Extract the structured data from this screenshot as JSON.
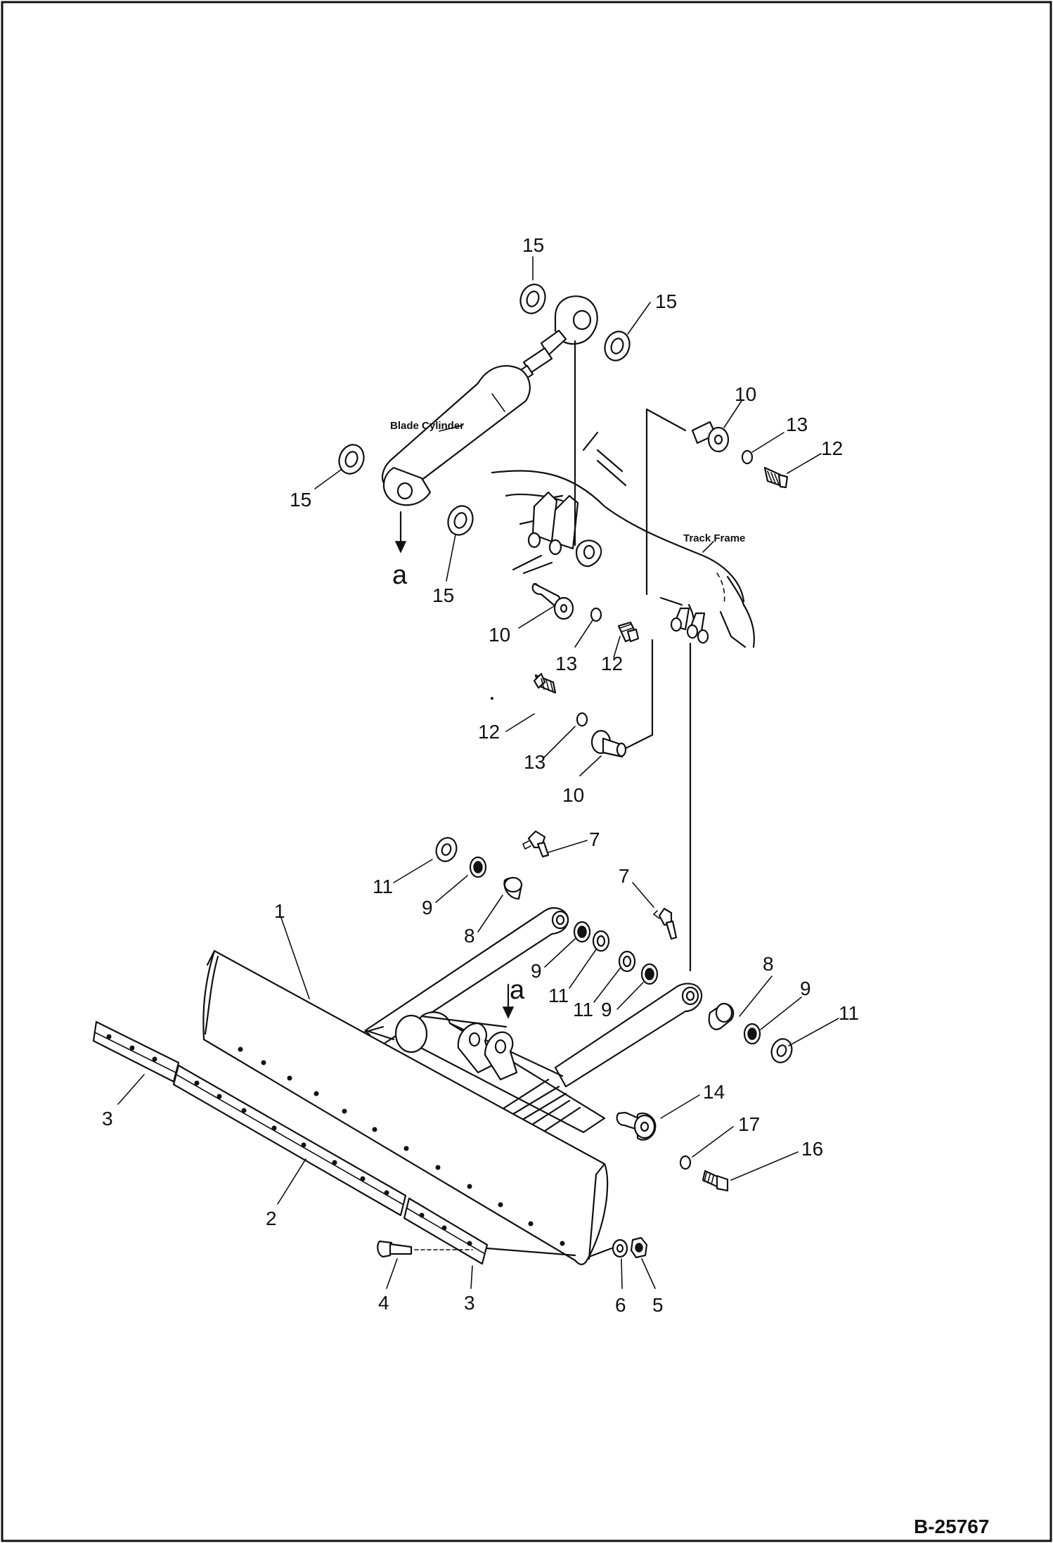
{
  "drawing": {
    "number": "B-25767",
    "names": {
      "blade_cylinder": "Blade Cylinder",
      "track_frame": "Track Frame"
    },
    "letters": [
      "a",
      "a"
    ]
  },
  "callouts": [
    {
      "id": "c15a",
      "text": "15"
    },
    {
      "id": "c15b",
      "text": "15"
    },
    {
      "id": "c15c",
      "text": "15"
    },
    {
      "id": "c15d",
      "text": "15"
    },
    {
      "id": "c10a",
      "text": "10"
    },
    {
      "id": "c13a",
      "text": "13"
    },
    {
      "id": "c12a",
      "text": "12"
    },
    {
      "id": "c10b",
      "text": "10"
    },
    {
      "id": "c13b",
      "text": "13"
    },
    {
      "id": "c12b",
      "text": "12"
    },
    {
      "id": "c12c",
      "text": "12"
    },
    {
      "id": "c13c",
      "text": "13"
    },
    {
      "id": "c10c",
      "text": "10"
    },
    {
      "id": "c7a",
      "text": "7"
    },
    {
      "id": "c11a",
      "text": "11"
    },
    {
      "id": "c9a",
      "text": "9"
    },
    {
      "id": "c8a",
      "text": "8"
    },
    {
      "id": "c7b",
      "text": "7"
    },
    {
      "id": "c1",
      "text": "1"
    },
    {
      "id": "c9b",
      "text": "9"
    },
    {
      "id": "c11b",
      "text": "11"
    },
    {
      "id": "c11c",
      "text": "11"
    },
    {
      "id": "c9c",
      "text": "9"
    },
    {
      "id": "c8b",
      "text": "8"
    },
    {
      "id": "c9d",
      "text": "9"
    },
    {
      "id": "c11d",
      "text": "11"
    },
    {
      "id": "c14",
      "text": "14"
    },
    {
      "id": "c17",
      "text": "17"
    },
    {
      "id": "c16",
      "text": "16"
    },
    {
      "id": "c3a",
      "text": "3"
    },
    {
      "id": "c2",
      "text": "2"
    },
    {
      "id": "c4",
      "text": "4"
    },
    {
      "id": "c3b",
      "text": "3"
    },
    {
      "id": "c6",
      "text": "6"
    },
    {
      "id": "c5",
      "text": "5"
    }
  ]
}
